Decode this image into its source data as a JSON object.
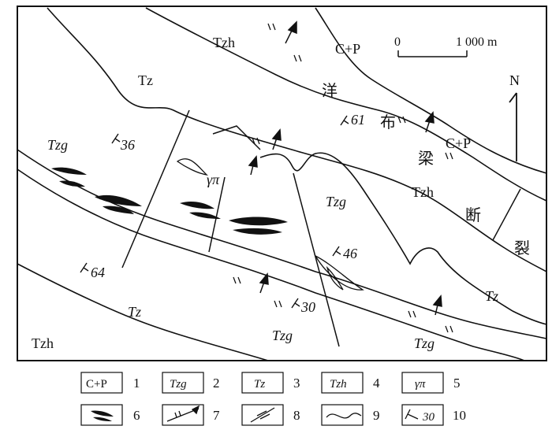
{
  "labels": {
    "tzh_top": "Tzh",
    "cp_top": "C+P",
    "tz_left": "Tz",
    "tzg_left": "Tzg",
    "dip_36": "36",
    "dip_61": "61",
    "cp_right": "C+P",
    "tzh_mid": "Tzh",
    "gamma_pi": "γπ",
    "tzg_center": "Tzg",
    "dip_46": "46",
    "dip_64": "64",
    "tz_lower_left": "Tz",
    "dip_30": "30",
    "tzh_bottom_left": "Tzh",
    "tzg_bottom_mid": "Tzg",
    "tzg_bottom_right": "Tzg",
    "tz_right": "Tz"
  },
  "fault_name": [
    "洋",
    "布",
    "梁",
    "断",
    "裂"
  ],
  "scale": {
    "zero": "0",
    "end": "1 000 m"
  },
  "north": "N",
  "legend": [
    {
      "num": "1",
      "symbol": "C+P",
      "italic": false
    },
    {
      "num": "2",
      "symbol": "Tzg",
      "italic": true
    },
    {
      "num": "3",
      "symbol": "Tz",
      "italic": true
    },
    {
      "num": "4",
      "symbol": "Tzh",
      "italic": true
    },
    {
      "num": "5",
      "symbol": "γπ",
      "italic": true
    },
    {
      "num": "6",
      "symbol": "ore-body-lens",
      "italic": false
    },
    {
      "num": "7",
      "symbol": "thrust-fault",
      "italic": false
    },
    {
      "num": "8",
      "symbol": "strike-slip-fault",
      "italic": false
    },
    {
      "num": "9",
      "symbol": "geological-boundary",
      "italic": false
    },
    {
      "num": "10",
      "symbol": "strike-dip",
      "italic": false
    }
  ],
  "legend_text": {
    "dip_example": "30"
  }
}
